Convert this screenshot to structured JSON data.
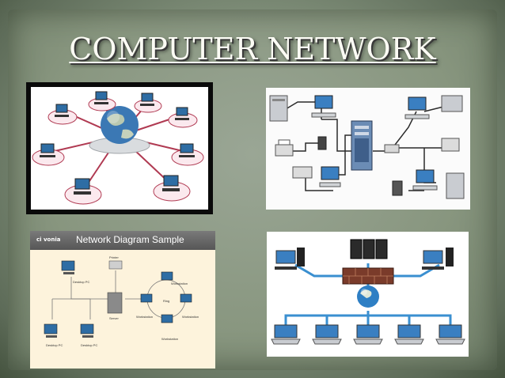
{
  "slide": {
    "title": "COMPUTER NETWORK"
  },
  "diagram3": {
    "logo": "ci vonia",
    "header": "Network Diagram Sample",
    "labels": {
      "printer": "Printer",
      "desktop_pc_top": "Desktop PC",
      "server": "Server",
      "workstation_top": "Workstation",
      "ring": "Ring",
      "workstation_left": "Workstation",
      "workstation_right": "Workstation",
      "workstation_bottom": "Workstation",
      "desktop_pc_bl": "Desktop PC",
      "desktop_pc_bm": "Desktop PC"
    }
  },
  "colors": {
    "background": "#7f8d79",
    "title": "#fbfbf4",
    "star_links": "#b03a52",
    "cables": "#2b2b2b",
    "blue_cables": "#3a8fd0",
    "firewall": "#7a3b2a"
  }
}
